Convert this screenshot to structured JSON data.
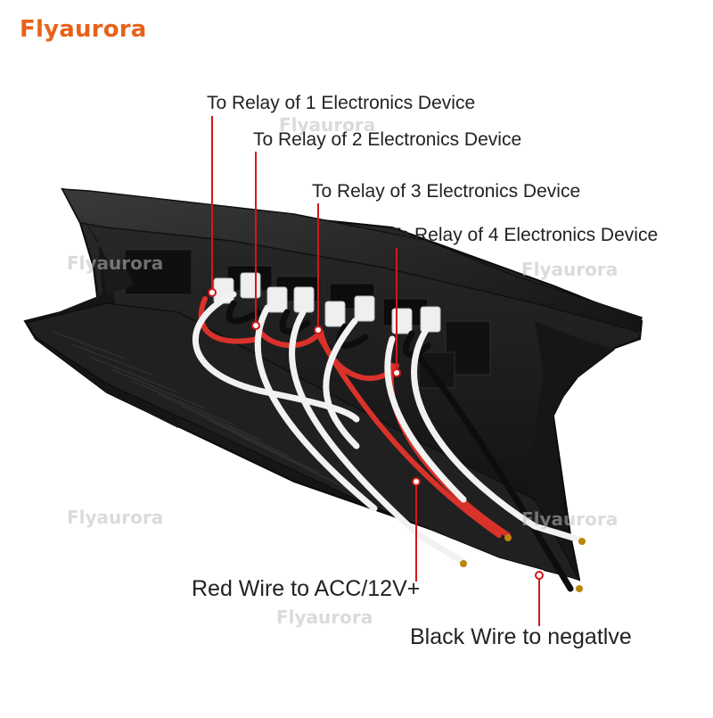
{
  "brand": "Flyaurora",
  "watermark_text": "Flyaurora",
  "callouts": {
    "relay_1": "To Relay of 1 Electronics Device",
    "relay_2": "To Relay of 2 Electronics Device",
    "relay_3": "To Relay of 3 Electronics Device",
    "relay_4": "To Relay of 4 Electronics Device",
    "red_wire": "Red Wire to ACC/12V+",
    "black_wire": "Black Wire to negatlve"
  },
  "colors": {
    "brand": "#e8621a",
    "leader": "#d4171b",
    "panel": "#1b1b1b",
    "red_wire": "#d8322a",
    "white_wire": "#f2f2f2"
  }
}
